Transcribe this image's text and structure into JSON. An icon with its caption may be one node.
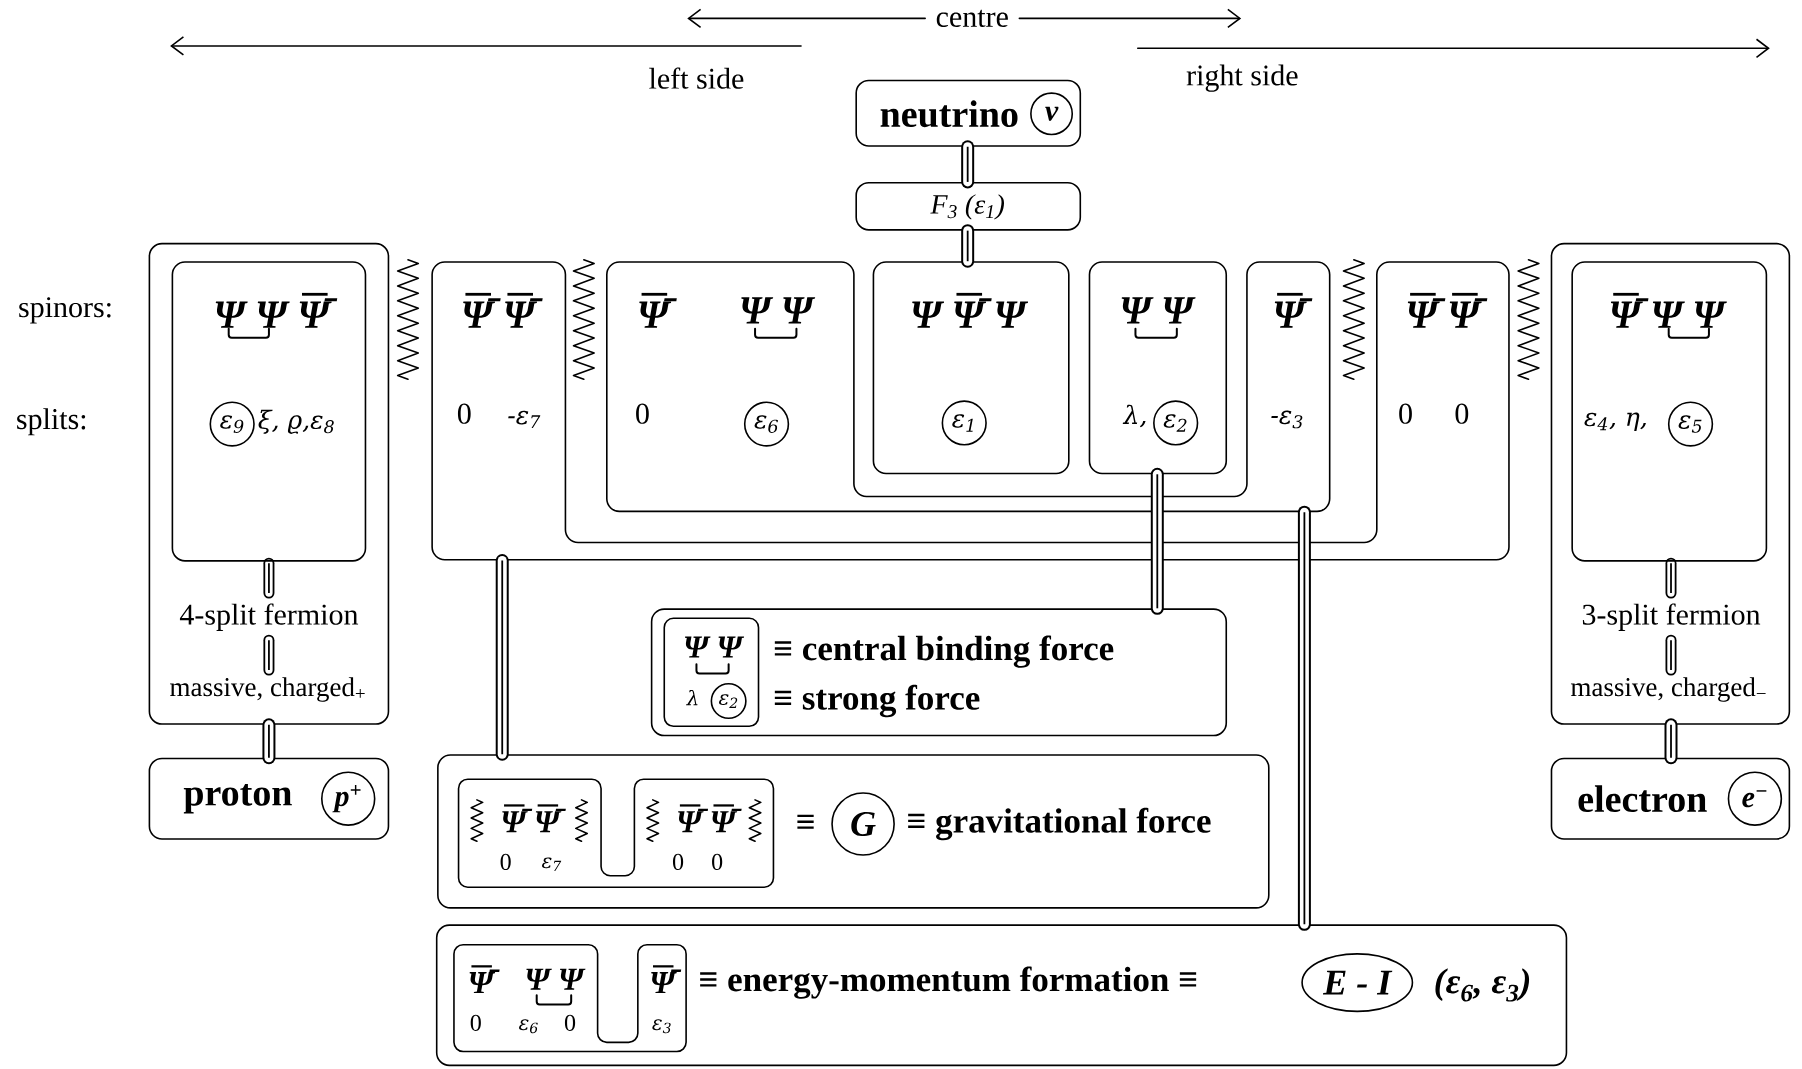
{
  "diagram": {
    "nodes": [
      {
        "text": [
          "neutrino"
        ]
      },
      {
        "text": [
          "ν"
        ],
        "in": 0
      },
      {
        "text": [
          "F$_{3}$ (ε$_{1}$)"
        ]
      },
      {
        "text": [
          "4-split fermion",
          "massive, charged$_{+}$"
        ]
      },
      {
        "text": [
          "Ψ Ψ Ψ̄",
          "ξ, ϱ,ε$_{8}$"
        ],
        "in": 3
      },
      {
        "text": [
          "ε$_{9}$"
        ],
        "in": 4
      },
      {
        "text": [
          "Ψ̄ Ψ̄",
          "0",
          "-ε$_{7}$",
          "Ψ̄ Ψ̄",
          "0",
          "0"
        ]
      },
      {
        "text": [
          "Ψ̄",
          "Ψ Ψ",
          "0",
          "Ψ̄",
          "-ε$_{3}$"
        ],
        "in": 6
      },
      {
        "text": [
          "ε$_{6}$"
        ],
        "in": 7
      },
      {
        "text": [
          "Ψ Ψ̄ Ψ"
        ],
        "in": 7
      },
      {
        "text": [
          "ε$_{1}$"
        ],
        "in": 9
      },
      {
        "text": [
          "Ψ Ψ",
          "λ,"
        ],
        "in": 7
      },
      {
        "text": [
          "ε$_{2}$"
        ],
        "in": 11
      },
      {
        "text": [
          "3-split fermion",
          "massive, charged$_{−}$"
        ]
      },
      {
        "text": [
          "Ψ̄ Ψ Ψ",
          "ε$_{4}$, η,"
        ],
        "in": 13
      },
      {
        "text": [
          "ε$_{5}$"
        ],
        "in": 14
      },
      {
        "text": [
          "proton"
        ]
      },
      {
        "text": [
          "p$^{+}$"
        ],
        "in": 16
      },
      {
        "text": [
          "electron"
        ]
      },
      {
        "text": [
          "e$^{−}$"
        ],
        "in": 18
      },
      {
        "text": [
          "≡ central binding force",
          "≡ strong force"
        ]
      },
      {
        "text": [
          "Ψ Ψ",
          "λ"
        ],
        "in": 20
      },
      {
        "text": [
          "ε$_{2}$"
        ],
        "in": 21
      },
      {
        "text": [
          "≡",
          "≡ gravitational force"
        ]
      },
      {
        "text": [
          "Ψ̄ Ψ̄",
          "0",
          "ε$_{7}$",
          "Ψ̄ Ψ̄",
          "0",
          "0"
        ],
        "in": 23
      },
      {
        "text": [
          "G"
        ],
        "in": 23
      },
      {
        "text": [
          "≡ energy-momentum formation ≡",
          "(ε$_{6}$, ε$_{3}$)"
        ]
      },
      {
        "text": [
          "Ψ̄",
          "Ψ Ψ",
          "0",
          "ε$_{6}$",
          "0",
          "Ψ̄",
          "ε$_{3}$"
        ],
        "in": 26
      },
      {
        "text": [
          "E - I"
        ],
        "in": 26
      }
    ],
    "edges": [
      {
        "from": 0,
        "to": 2,
        "arrow": "none"
      },
      {
        "from": 2,
        "to": 9,
        "arrow": "none"
      },
      {
        "from": 3,
        "to": 16,
        "arrow": "none"
      },
      {
        "from": 13,
        "to": 18,
        "arrow": "none"
      },
      {
        "from": 11,
        "to": 20,
        "arrow": "none"
      },
      {
        "from": 6,
        "to": 23,
        "arrow": "none"
      },
      {
        "from": 7,
        "to": 26,
        "arrow": "none"
      }
    ],
    "labels": [
      "centre",
      "left side",
      "right side",
      "spinors:",
      "splits:"
    ]
  }
}
